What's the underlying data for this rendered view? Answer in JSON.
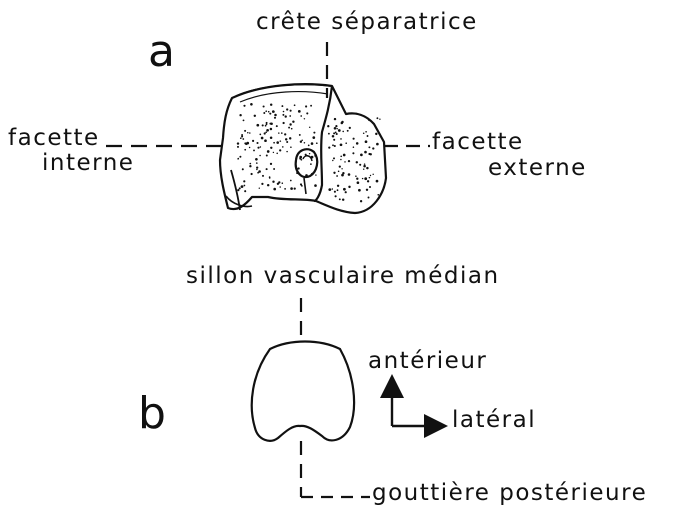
{
  "panel_a": {
    "letter": "a",
    "label_top": "crête séparatrice",
    "label_left_1": "facette",
    "label_left_2": "interne",
    "label_right_1": "facette",
    "label_right_2": "externe"
  },
  "panel_b": {
    "letter": "b",
    "label_top": "sillon vasculaire médian",
    "label_bottom": "gouttière postérieure",
    "orientation_up": "antérieur",
    "orientation_right": "latéral"
  },
  "colors": {
    "ink": "#111111",
    "background": "#ffffff"
  }
}
